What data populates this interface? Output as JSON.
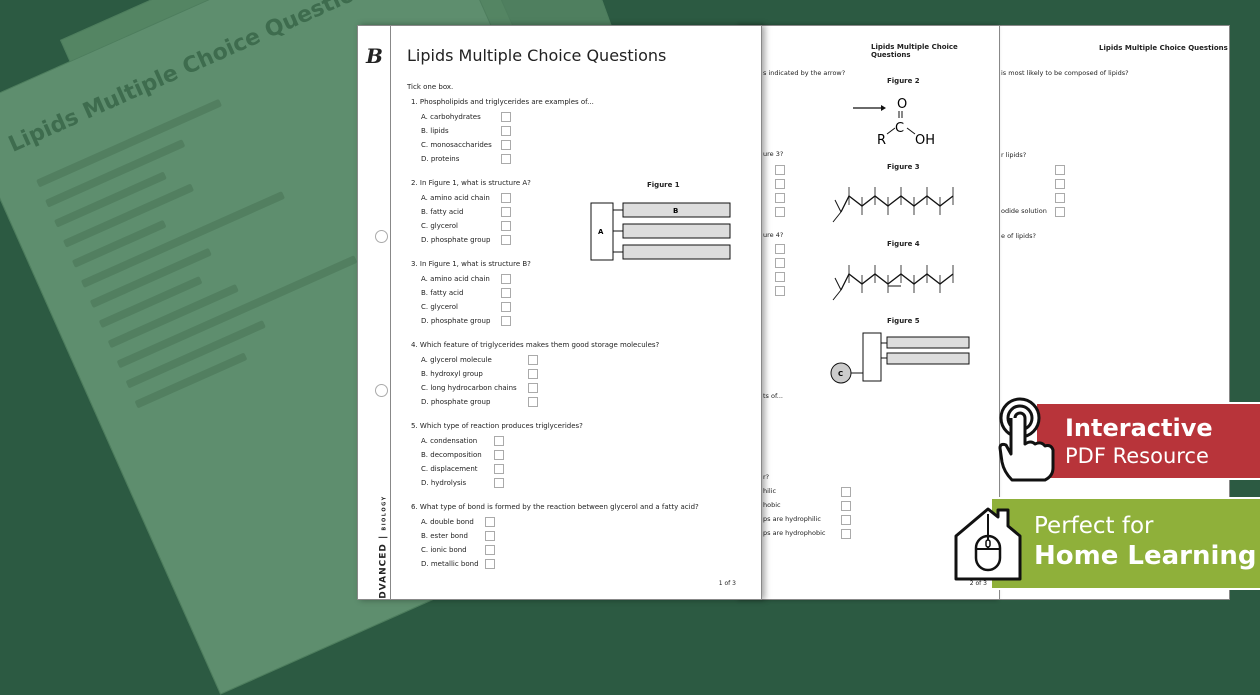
{
  "worksheet": {
    "title": "Lipids Multiple Choice Questions",
    "instruction": "Tick one box.",
    "brand": "ADVANCED",
    "brand_sub": "BIOLOGY",
    "questions": [
      {
        "text": "1. Phospholipids and triglycerides are examples of...",
        "options": [
          "A.  carbohydrates",
          "B.  lipids",
          "C.  monosaccharides",
          "D.  proteins"
        ]
      },
      {
        "text": "2. In Figure 1, what is structure A?",
        "options": [
          "A.  amino acid chain",
          "B.  fatty acid",
          "C.  glycerol",
          "D.  phosphate group"
        ]
      },
      {
        "text": "3. In Figure 1, what is structure B?",
        "options": [
          "A.  amino acid chain",
          "B.  fatty acid",
          "C.  glycerol",
          "D.  phosphate group"
        ]
      },
      {
        "text": "4. Which feature of triglycerides makes them good storage molecules?",
        "options": [
          "A.  glycerol molecule",
          "B.  hydroxyl group",
          "C.  long hydrocarbon chains",
          "D.  phosphate group"
        ]
      },
      {
        "text": "5. Which type of reaction produces triglycerides?",
        "options": [
          "A.  condensation",
          "B.  decomposition",
          "C.  displacement",
          "D.  hydrolysis"
        ]
      },
      {
        "text": "6. What type of bond is formed by the reaction between glycerol and a fatty acid?",
        "options": [
          "A.  double bond",
          "B.  ester bond",
          "C.  ionic bond",
          "D.  metallic bond"
        ]
      }
    ],
    "figure1": {
      "caption": "Figure 1",
      "label_a": "A",
      "label_b": "B"
    },
    "page1_number": "1 of 3",
    "page2": {
      "header": "Lipids Multiple Choice Questions",
      "fragments": [
        "s indicated by the arrow?",
        "ure 3?",
        "ure 4?",
        "ts of...",
        "r?",
        "hilic",
        "hobic",
        "ps are hydrophilic",
        "ps are hydrophobic"
      ],
      "figure2": {
        "caption": "Figure 2",
        "o": "O",
        "c": "C",
        "r": "R",
        "oh": "OH"
      },
      "figure3": {
        "caption": "Figure 3"
      },
      "figure4": {
        "caption": "Figure 4"
      },
      "figure5": {
        "caption": "Figure 5",
        "label_c": "C"
      },
      "page_number": "2 of 3"
    },
    "page3": {
      "header": "Lipids Multiple Choice Questions",
      "fragments": [
        "is most likely to be composed of lipids?",
        "r lipids?",
        "odide solution",
        "e of lipids?"
      ]
    }
  },
  "banners": {
    "interactive": {
      "line1": "Interactive",
      "line2": "PDF Resource",
      "color": "#b8343a",
      "icon": "touch-hand-icon"
    },
    "home": {
      "line1": "Perfect for",
      "line2": "Home Learning",
      "color": "#8fb03a",
      "icon": "house-mouse-icon"
    }
  },
  "colors": {
    "background": "#2c5a42"
  }
}
